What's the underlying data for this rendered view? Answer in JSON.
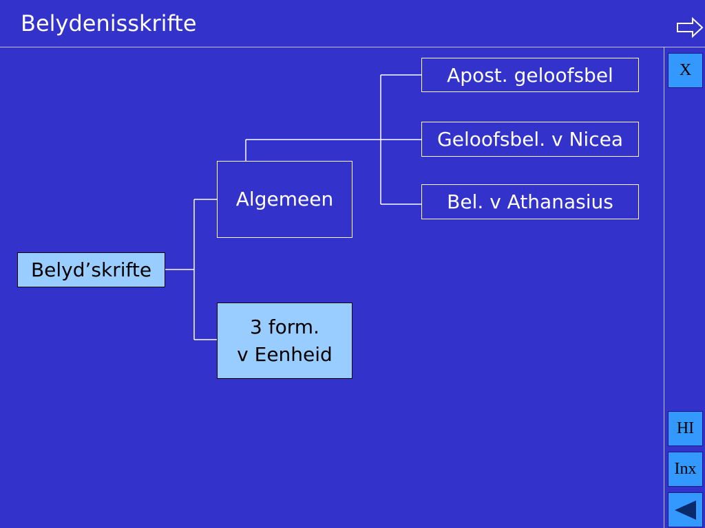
{
  "header": {
    "title": "Belydenisskrifte",
    "next_icon": "right-arrow-icon"
  },
  "diagram": {
    "root": "Belyd’skrifte",
    "branches": [
      {
        "label": "Algemeen",
        "children": [
          "Apost. geloofsbel",
          "Geloofsbel. v Nicea",
          "Bel. v Athanasius"
        ]
      },
      {
        "label_lines": [
          "3 form.",
          "v Eenheid"
        ]
      }
    ]
  },
  "sidebar": {
    "close_label": "X",
    "hi_label": "HI",
    "inx_label": "Inx",
    "back_icon": "left-triangle-icon"
  },
  "colors": {
    "background": "#3333cc",
    "highlight_box": "#99ccff",
    "button": "#3399ff",
    "line": "#ffffff"
  }
}
